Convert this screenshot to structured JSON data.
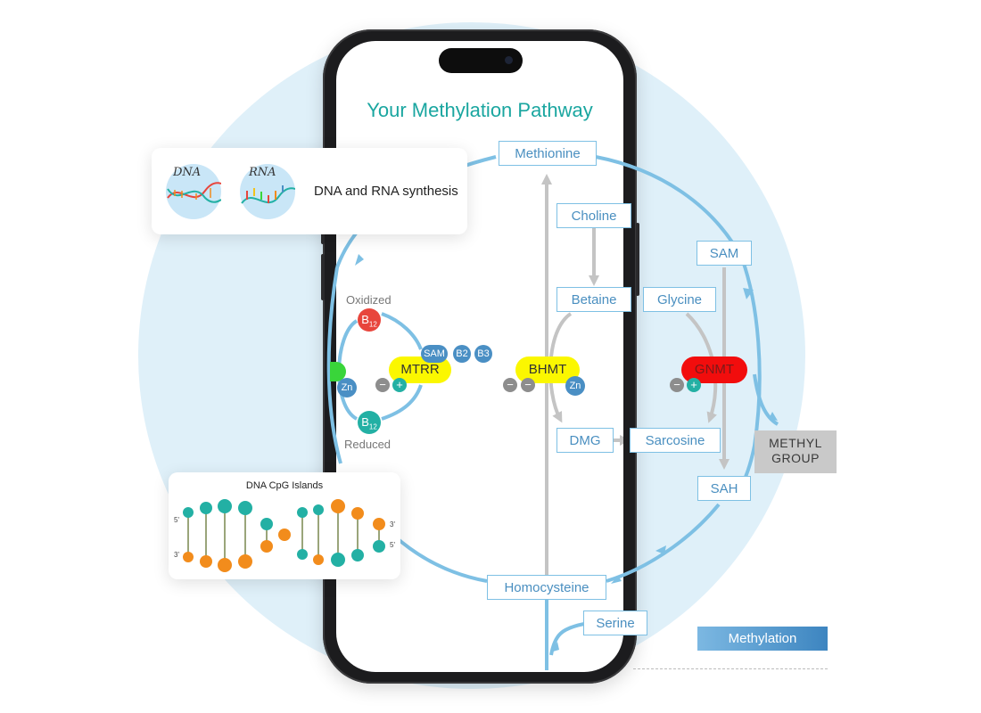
{
  "app": {
    "title": "Your Methylation Pathway"
  },
  "nodes": {
    "methionine": "Methionine",
    "choline": "Choline",
    "betaine": "Betaine",
    "glycine": "Glycine",
    "sam_box": "SAM",
    "dmg": "DMG",
    "sarcosine": "Sarcosine",
    "sah": "SAH",
    "homocysteine": "Homocysteine",
    "serine": "Serine"
  },
  "enzymes": {
    "mtrr": "MTRR",
    "bhmt": "BHMT",
    "gnmt": "GNMT"
  },
  "bubbles": {
    "b12": "B",
    "b12_sub": "12",
    "sam": "SAM",
    "b2": "B2",
    "b3": "B3",
    "zn": "Zn",
    "minus": "−",
    "plus": "+"
  },
  "labels": {
    "oxidized": "Oxidized",
    "reduced": "Reduced"
  },
  "methyl_group": {
    "line1": "METHYL",
    "line2": "GROUP"
  },
  "methylation_button": "Methylation",
  "card_synthesis": {
    "dna": "DNA",
    "rna": "RNA",
    "text": "DNA and RNA synthesis"
  },
  "card_cpg": {
    "title": "DNA CpG Islands",
    "left_top": "5'",
    "left_bottom": "3'",
    "right_top": "3'",
    "right_bottom": "5'"
  },
  "colors": {
    "pathway_blue": "#7ec0e4",
    "title_teal": "#1aa6a0",
    "enzyme_yellow": "#fbf700",
    "enzyme_red": "#f20d0d",
    "grey_arrow": "#c4c4c4",
    "cpg_teal": "#23b0a4",
    "cpg_orange": "#f28c1c"
  }
}
